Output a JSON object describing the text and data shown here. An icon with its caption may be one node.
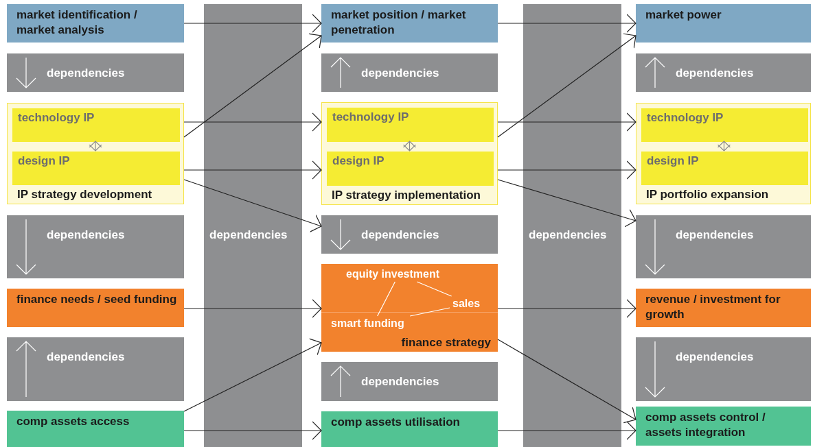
{
  "diagram": {
    "nodes": [
      {
        "text": [
          "market identification / market analysis"
        ]
      },
      {
        "text": [
          "dependencies"
        ]
      },
      {
        "text": [
          "IP strategy development"
        ]
      },
      {
        "text": [
          "technology IP"
        ],
        "in": 2
      },
      {
        "text": [
          "design IP"
        ],
        "in": 2
      },
      {
        "text": [
          "dependencies"
        ]
      },
      {
        "text": [
          "finance needs / seed funding"
        ]
      },
      {
        "text": [
          "dependencies"
        ]
      },
      {
        "text": [
          "comp assets access"
        ]
      },
      {
        "text": [
          "market position / market penetration"
        ]
      },
      {
        "text": [
          "dependencies"
        ]
      },
      {
        "text": [
          "IP strategy implementation"
        ]
      },
      {
        "text": [
          "technology IP"
        ],
        "in": 11
      },
      {
        "text": [
          "design IP"
        ],
        "in": 11
      },
      {
        "text": [
          "dependencies"
        ]
      },
      {
        "text": [
          "finance strategy"
        ]
      },
      {
        "text": [
          "equity investment"
        ],
        "in": 15
      },
      {
        "text": [
          "sales"
        ],
        "in": 15
      },
      {
        "text": [
          "smart funding"
        ],
        "in": 15
      },
      {
        "text": [
          "dependencies"
        ]
      },
      {
        "text": [
          "comp assets utilisation"
        ]
      },
      {
        "text": [
          "market power"
        ]
      },
      {
        "text": [
          "dependencies"
        ]
      },
      {
        "text": [
          "IP portfolio expansion"
        ]
      },
      {
        "text": [
          "technology IP"
        ],
        "in": 23
      },
      {
        "text": [
          "design IP"
        ],
        "in": 23
      },
      {
        "text": [
          "dependencies"
        ]
      },
      {
        "text": [
          "revenue / investment for growth"
        ]
      },
      {
        "text": [
          "dependencies"
        ]
      },
      {
        "text": [
          "comp assets control / assets integration"
        ]
      }
    ],
    "edges": [
      {
        "from": 3,
        "to": 4,
        "arrow": "both",
        "color": "#8a8a8a"
      },
      {
        "from": 12,
        "to": 13,
        "arrow": "both",
        "color": "#8a8a8a"
      },
      {
        "from": 24,
        "to": 25,
        "arrow": "both",
        "color": "#8a8a8a"
      },
      {
        "from": 16,
        "to": 17,
        "arrow": "none",
        "color": "#ffffff"
      },
      {
        "from": 17,
        "to": 18,
        "arrow": "none",
        "color": "#ffffff"
      },
      {
        "from": 18,
        "to": 16,
        "arrow": "none",
        "color": "#ffffff"
      },
      {
        "from": 0,
        "to": 9,
        "arrow": "to"
      },
      {
        "from": 2,
        "to": 9,
        "arrow": "to"
      },
      {
        "from": 2,
        "to": 11,
        "arrow": "to"
      },
      {
        "from": 2,
        "to": 11,
        "arrow": "to"
      },
      {
        "from": 2,
        "to": 14,
        "arrow": "to"
      },
      {
        "from": 6,
        "to": 15,
        "arrow": "to"
      },
      {
        "from": 8,
        "to": 15,
        "arrow": "to"
      },
      {
        "from": 8,
        "to": 20,
        "arrow": "to"
      },
      {
        "from": 9,
        "to": 21,
        "arrow": "to"
      },
      {
        "from": 11,
        "to": 21,
        "arrow": "to"
      },
      {
        "from": 11,
        "to": 23,
        "arrow": "to"
      },
      {
        "from": 11,
        "to": 23,
        "arrow": "to"
      },
      {
        "from": 11,
        "to": 26,
        "arrow": "to"
      },
      {
        "from": 15,
        "to": 27,
        "arrow": "to"
      },
      {
        "from": 15,
        "to": 29,
        "arrow": "to"
      },
      {
        "from": 20,
        "to": 29,
        "arrow": "to"
      }
    ],
    "labels": [
      "dependencies",
      "dependencies"
    ]
  }
}
